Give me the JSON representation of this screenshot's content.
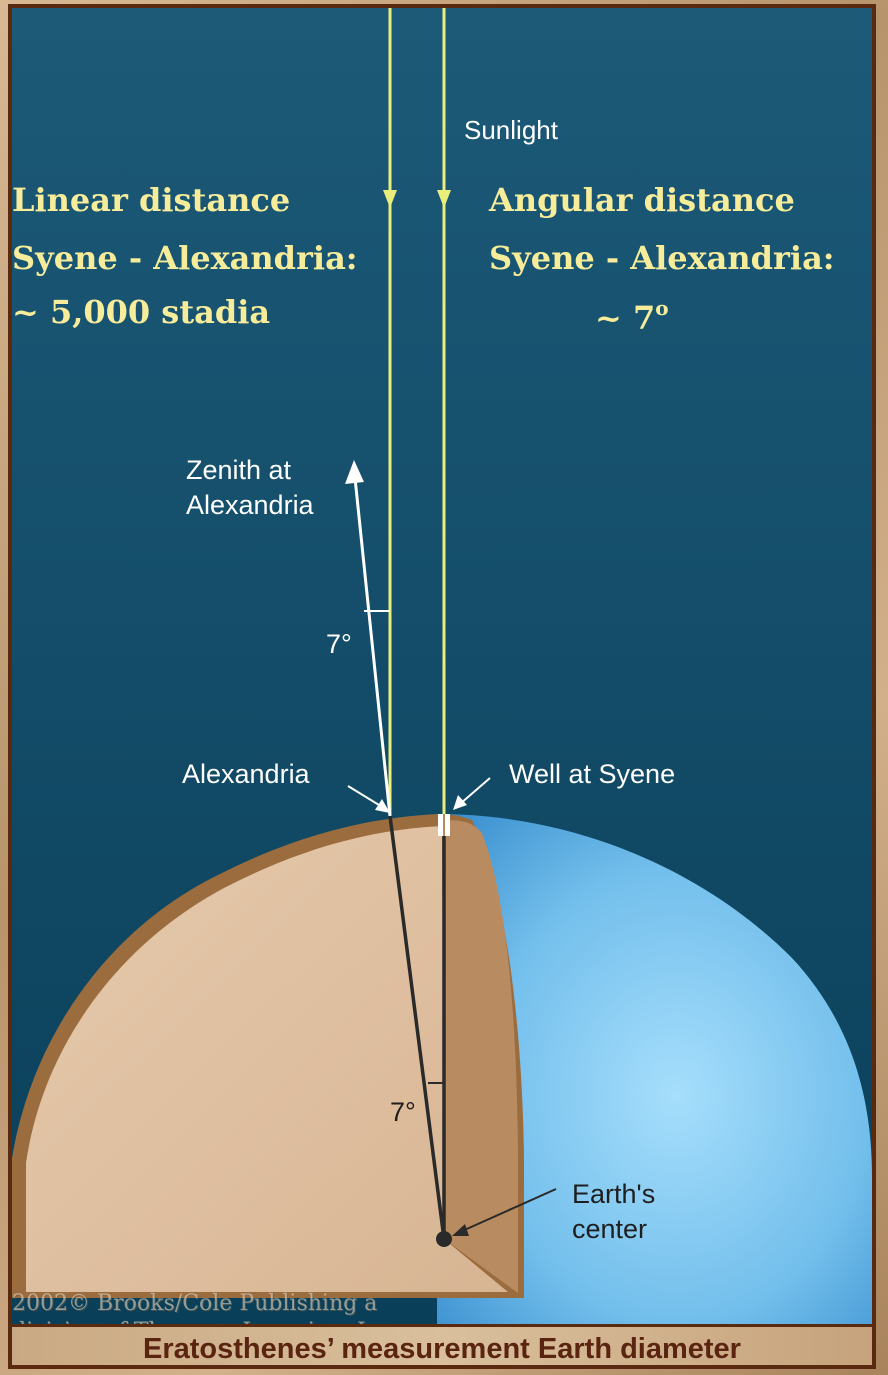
{
  "diagram": {
    "sunlight_label": "Sunlight",
    "linear": {
      "line1": "Linear distance",
      "line2": "Syene - Alexandria:",
      "line3": "~ 5,000 stadia"
    },
    "angular": {
      "line1": "Angular distance",
      "line2": "Syene - Alexandria:",
      "line3": "~ 7",
      "degree": "o"
    },
    "zenith_label_1": "Zenith at",
    "zenith_label_2": "Alexandria",
    "angle_top": "7°",
    "angle_center": "7°",
    "alexandria_label": "Alexandria",
    "well_label": "Well at Syene",
    "earth_center_1": "Earth's",
    "earth_center_2": "center",
    "copyright_1": "2002© Brooks/Cole Publishing a",
    "copyright_2": "division of Thomson Learning, Inc.",
    "caption": "Eratosthenes’ measurement Earth diameter"
  },
  "colors": {
    "sky_top": "#1c5a78",
    "sky_bottom": "#0a3f59",
    "sun_ray": "#e9ef7a",
    "earth_cut": "#e2c4a6",
    "earth_crust": "#9b6d3e",
    "earth_side": "#b88c60",
    "globe_light": "#8fd3f8",
    "globe_dark": "#2f86c9",
    "label_yellow": "#f6ec9a",
    "frame_brown": "#5a2a10"
  }
}
